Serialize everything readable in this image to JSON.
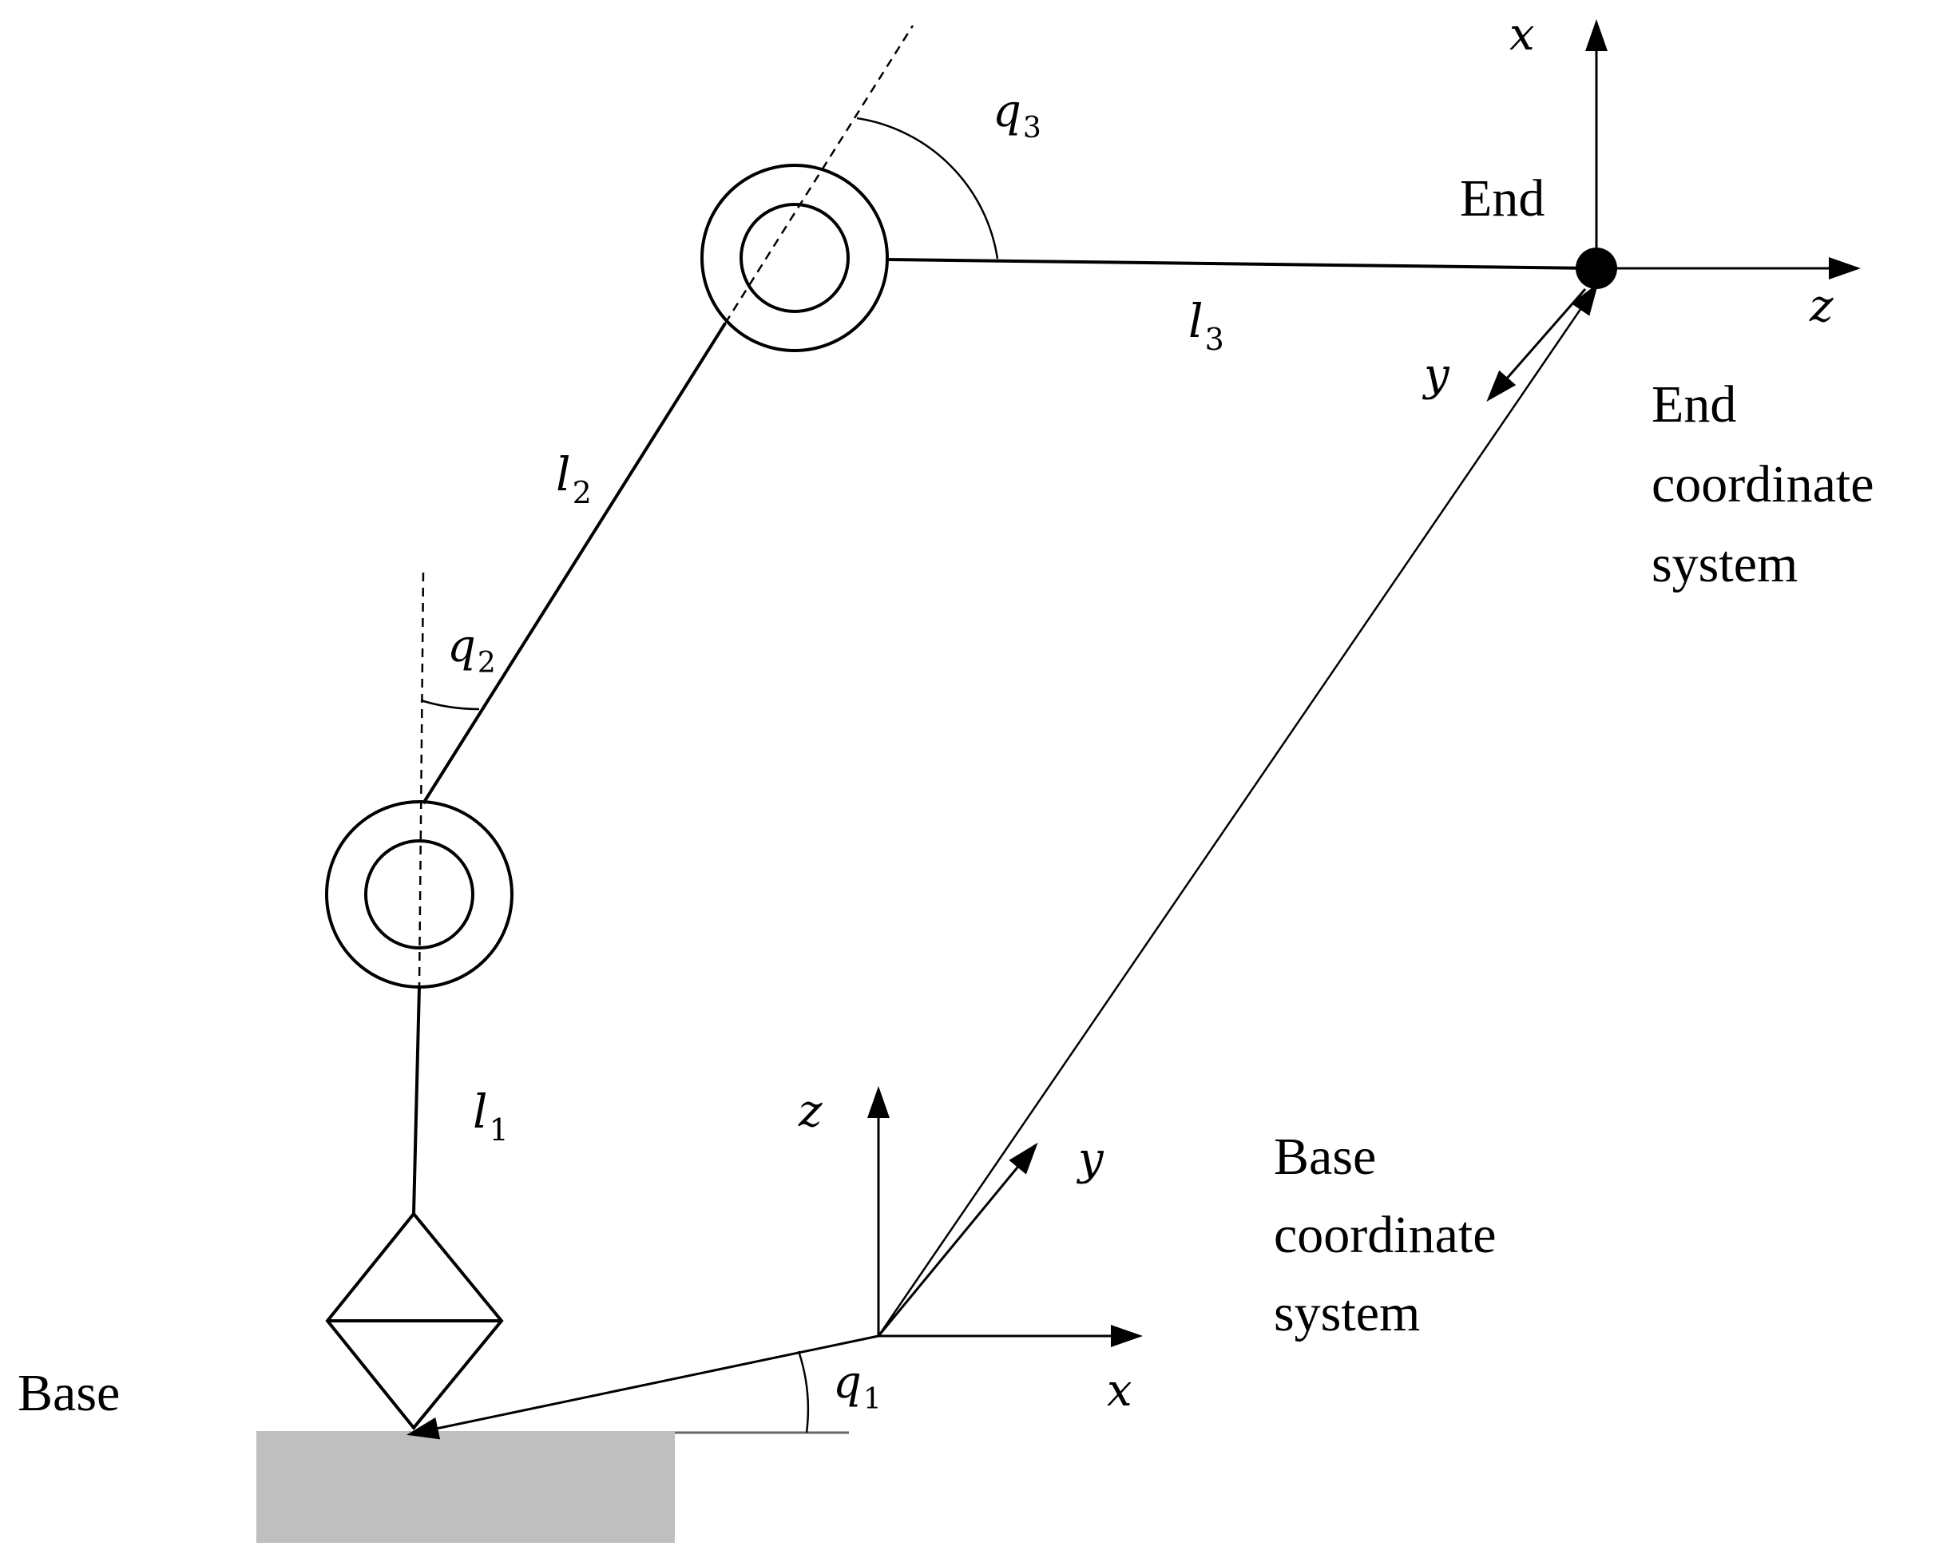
{
  "labels": {
    "base": "Base",
    "end": "End",
    "base_cs_line1": "Base",
    "base_cs_line2": "coordinate",
    "base_cs_line3": "system",
    "end_cs_line1": "End",
    "end_cs_line2": "coordinate",
    "end_cs_line3": "system"
  },
  "links": {
    "l1": {
      "sym": "l",
      "sub": "1"
    },
    "l2": {
      "sym": "l",
      "sub": "2"
    },
    "l3": {
      "sym": "l",
      "sub": "3"
    }
  },
  "angles": {
    "q1": {
      "sym": "q",
      "sub": "1"
    },
    "q2": {
      "sym": "q",
      "sub": "2"
    },
    "q3": {
      "sym": "q",
      "sub": "3"
    }
  },
  "base_axes": {
    "x": "x",
    "y": "y",
    "z": "z"
  },
  "end_axes": {
    "x": "x",
    "y": "y",
    "z": "z"
  },
  "colors": {
    "ink": "#000000",
    "ground": "#bfbfbf",
    "background": "#ffffff"
  }
}
